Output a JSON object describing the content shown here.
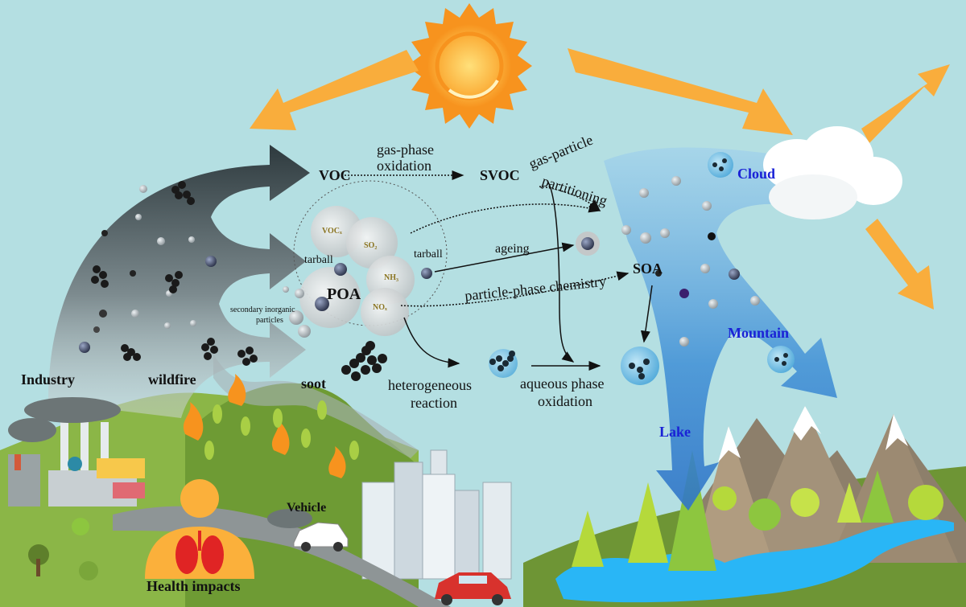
{
  "labels": {
    "voc": "VOC",
    "svoc": "SVOC",
    "gas_phase_line1": "gas-phase",
    "gas_phase_line2": "oxidation",
    "gas_particle_line1": "gas-particle",
    "gas_particle_line2": "partitioning",
    "poa": "POA",
    "voc_x": "VOCₓ",
    "so2": "SO₂",
    "nh3": "NH₃",
    "nox": "NOₓ",
    "tarball_left": "tarball",
    "tarball_right": "tarball",
    "ageing": "ageing",
    "particle_phase": "particle-phase chemistry",
    "soa": "SOA",
    "secondary_line1": "secondary inorganic",
    "secondary_line2": "particles",
    "soot": "soot",
    "heterogeneous_line1": "heterogeneous",
    "heterogeneous_line2": "reaction",
    "aqueous_line1": "aqueous phase",
    "aqueous_line2": "oxidation",
    "cloud": "Cloud",
    "mountain": "Mountain",
    "lake": "Lake",
    "industry": "Industry",
    "wildfire": "wildfire",
    "vehicle": "Vehicle",
    "health": "Health impacts"
  },
  "colors": {
    "sky": "#b4dfe2",
    "sun_orange": "#f7931e",
    "arrow_orange": "#f9ad3c",
    "label_blue": "#1a22d6",
    "grass_green": "#7aa63a",
    "water_blue": "#29b6f6"
  }
}
